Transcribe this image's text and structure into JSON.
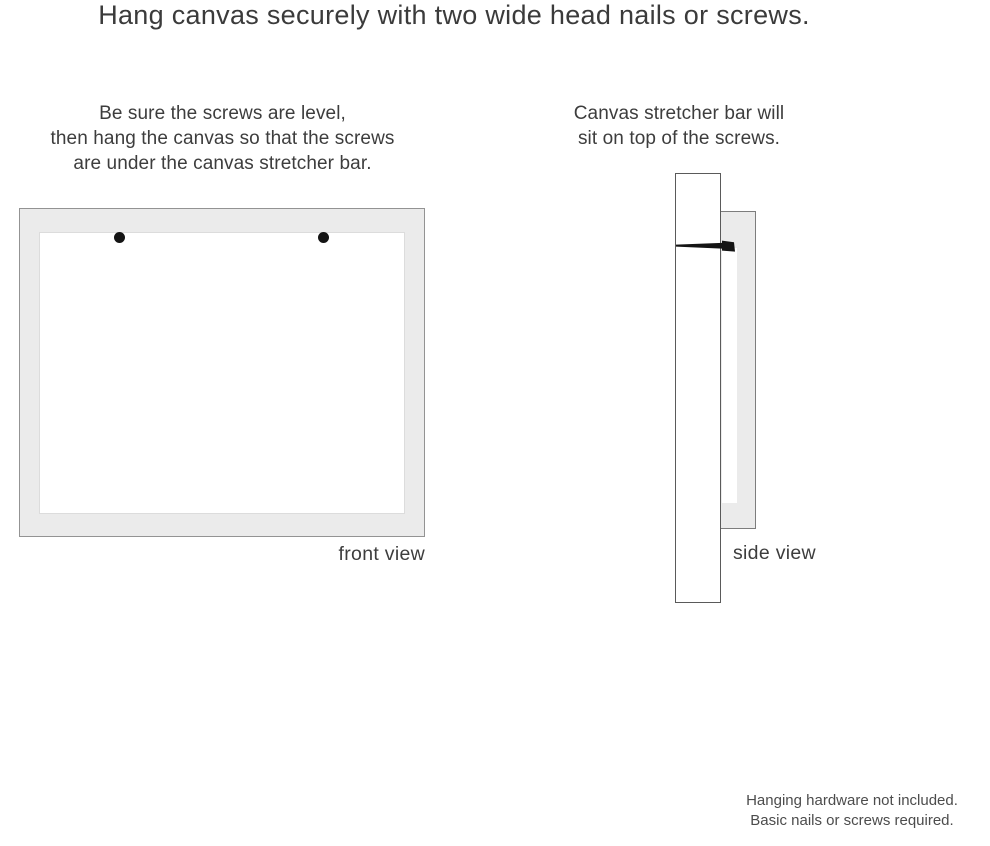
{
  "title": "Hang canvas securely with two wide head nails or screws.",
  "front_view": {
    "instruction_lines": [
      "Be sure the screws are level,",
      "then hang the canvas so that the screws",
      "are under the canvas stretcher bar."
    ],
    "label": "front view",
    "screw_count": 2
  },
  "side_view": {
    "instruction_lines": [
      "Canvas stretcher bar will",
      "sit on top of the screws."
    ],
    "label": "side view"
  },
  "footnote_lines": [
    "Hanging hardware not included.",
    "Basic nails or screws required."
  ],
  "colors": {
    "canvas-gray": "#ebebeb",
    "frame-border": "#939393",
    "inner-border": "#dcdcdc",
    "wall-border": "#5a5a5a",
    "side-border": "#7d7d7d",
    "text-dark": "#3b3b3b",
    "text-mid": "#4c4c4c",
    "nail-black": "#141414",
    "page-bg": "#ffffff"
  }
}
